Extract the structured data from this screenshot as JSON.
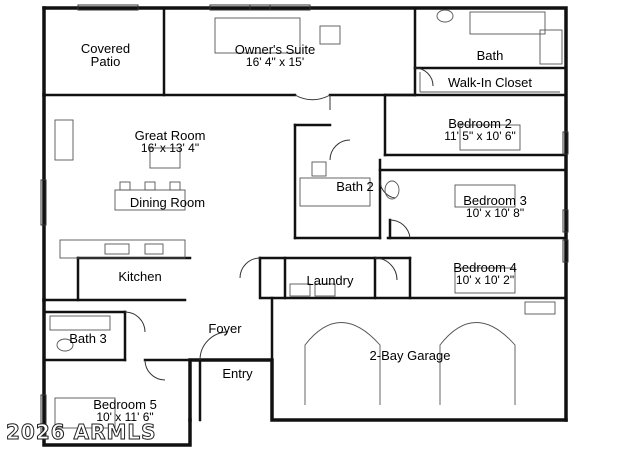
{
  "rooms": {
    "covered_patio": "Covered\nPatio",
    "owners_suite": {
      "name": "Owner's Suite",
      "dims": "16' 4\" x 15'"
    },
    "bath": "Bath",
    "walk_in_closet": "Walk-In Closet",
    "great_room": {
      "name": "Great Room",
      "dims": "16' x 13' 4\""
    },
    "bedroom_2": {
      "name": "Bedroom 2",
      "dims": "11' 5\" x 10' 6\""
    },
    "bath_2": "Bath 2",
    "dining_room": "Dining Room",
    "bedroom_3": {
      "name": "Bedroom 3",
      "dims": "10' x 10' 8\""
    },
    "kitchen": "Kitchen",
    "laundry": "Laundry",
    "bedroom_4": {
      "name": "Bedroom 4",
      "dims": "10' x 10' 2\""
    },
    "foyer": "Foyer",
    "bath_3": "Bath 3",
    "garage": "2-Bay Garage",
    "entry": "Entry",
    "bedroom_5": {
      "name": "Bedroom 5",
      "dims": "10' x 11' 6\""
    }
  },
  "watermark": "2026 ARMLS"
}
